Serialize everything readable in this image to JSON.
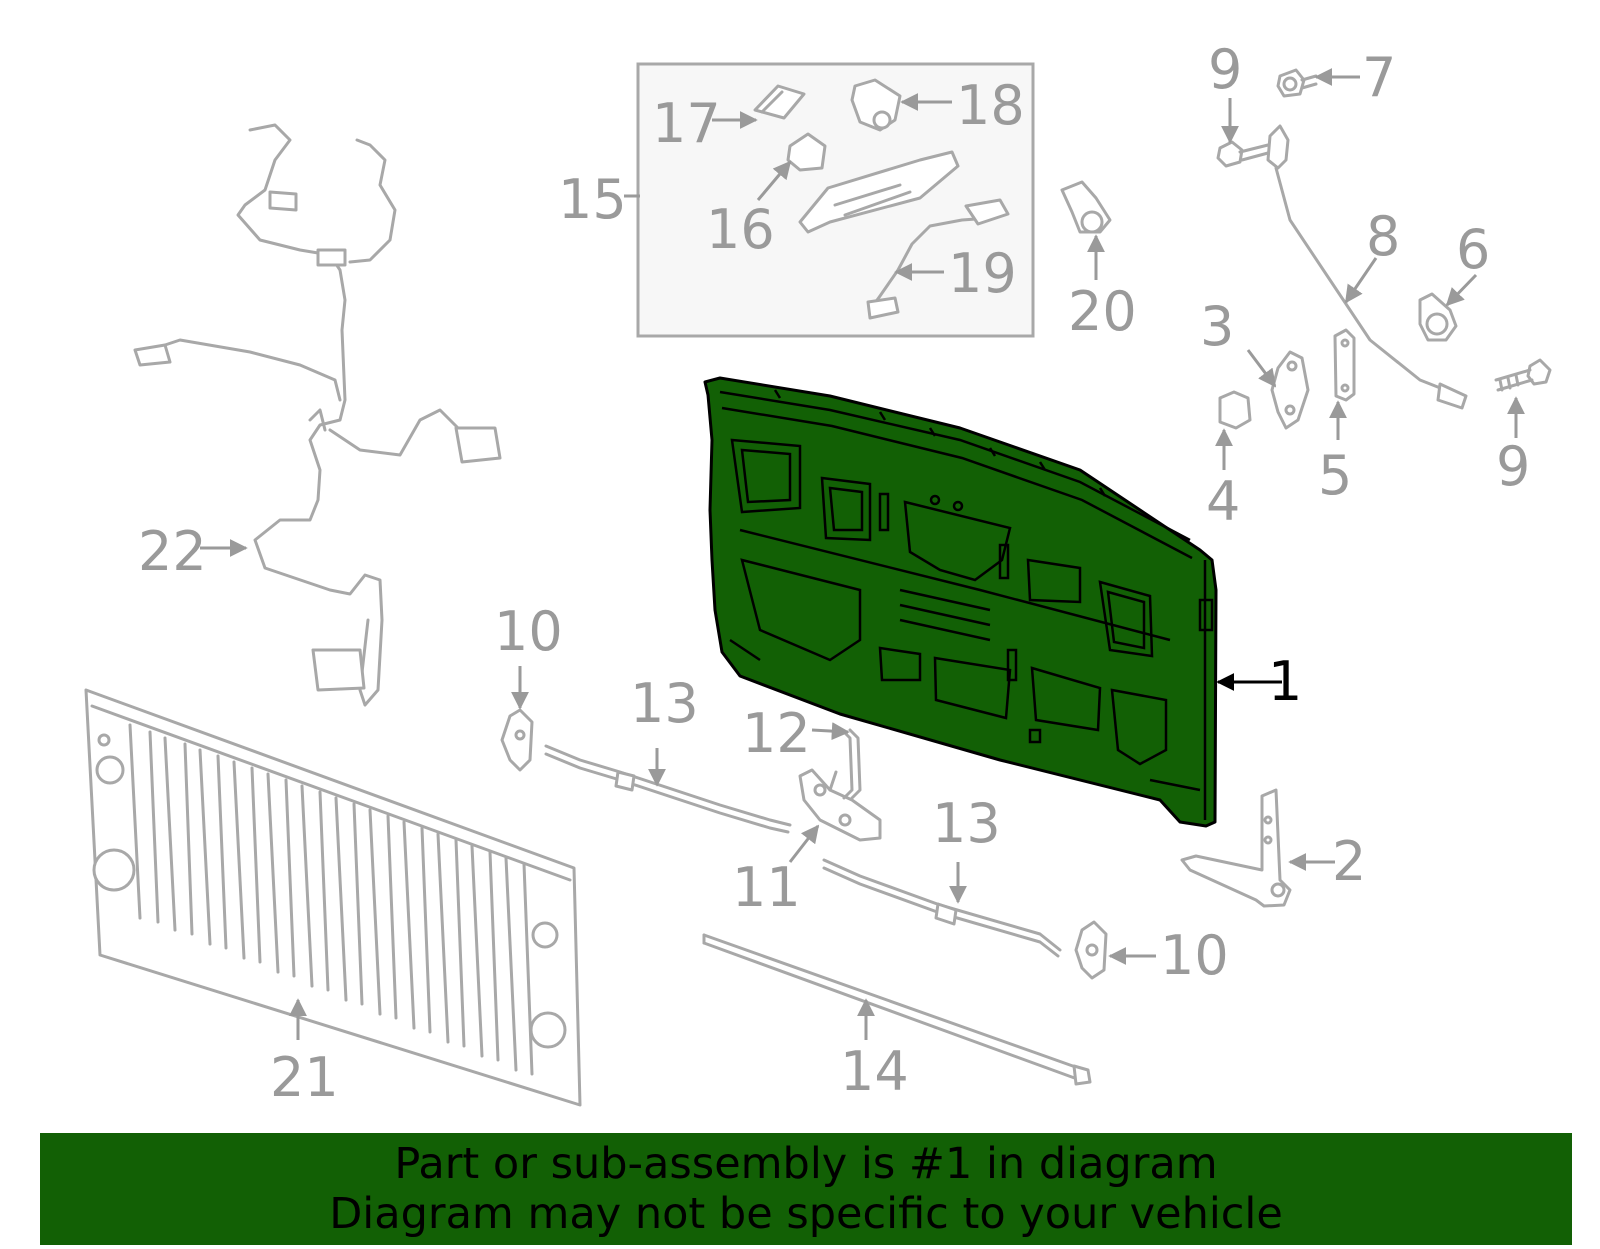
{
  "callouts": {
    "c1": "1",
    "c2": "2",
    "c3": "3",
    "c4": "4",
    "c5": "5",
    "c6": "6",
    "c7": "7",
    "c8": "8",
    "c9a": "9",
    "c9b": "9",
    "c10a": "10",
    "c10b": "10",
    "c11": "11",
    "c12": "12",
    "c13a": "13",
    "c13b": "13",
    "c14": "14",
    "c15": "15",
    "c16": "16",
    "c17": "17",
    "c18": "18",
    "c19": "19",
    "c20": "20",
    "c21": "21",
    "c22": "22"
  },
  "banner": {
    "line1": "Part or sub-assembly is #1 in diagram",
    "line2": "Diagram may not be specific to your vehicle"
  },
  "colors": {
    "highlight": "#126005",
    "part_line": "#a8a8a8",
    "callout_text": "#9a9a9a",
    "primary_text": "#000000"
  }
}
